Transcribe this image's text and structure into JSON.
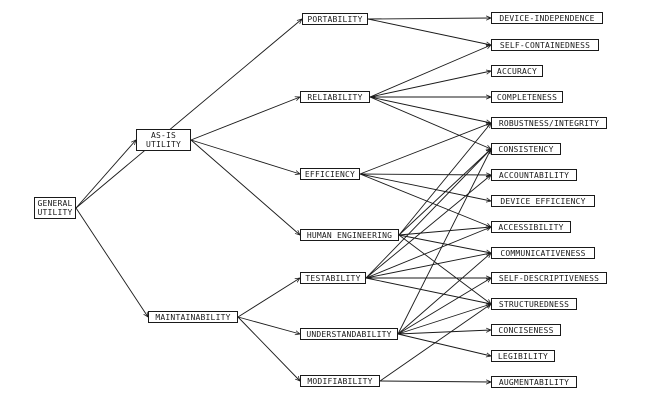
{
  "nodes": {
    "general": "GENERAL\nUTILITY",
    "asis": "AS-IS\nUTILITY",
    "maint": "MAINTAINABILITY",
    "port": "PORTABILITY",
    "rel": "RELIABILITY",
    "eff": "EFFICIENCY",
    "human": "HUMAN ENGINEERING",
    "test": "TESTABILITY",
    "under": "UNDERSTANDABILITY",
    "modif": "MODIFIABILITY",
    "devind": "DEVICE-INDEPENDENCE",
    "selfcont": "SELF-CONTAINEDNESS",
    "acc": "ACCURACY",
    "comp": "COMPLETENESS",
    "robust": "ROBUSTNESS/INTEGRITY",
    "cons": "CONSISTENCY",
    "account": "ACCOUNTABILITY",
    "deveff": "DEVICE EFFICIENCY",
    "access": "ACCESSIBILITY",
    "comm": "COMMUNICATIVENESS",
    "selfdesc": "SELF-DESCRIPTIVENESS",
    "struct": "STRUCTUREDNESS",
    "concise": "CONCISENESS",
    "legib": "LEGIBILITY",
    "augment": "AUGMENTABILITY"
  },
  "edges": [
    [
      "general",
      "asis"
    ],
    [
      "general",
      "maint"
    ],
    [
      "general",
      "port"
    ],
    [
      "asis",
      "rel"
    ],
    [
      "asis",
      "eff"
    ],
    [
      "asis",
      "human"
    ],
    [
      "maint",
      "test"
    ],
    [
      "maint",
      "under"
    ],
    [
      "maint",
      "modif"
    ],
    [
      "port",
      "devind"
    ],
    [
      "port",
      "selfcont"
    ],
    [
      "rel",
      "selfcont"
    ],
    [
      "rel",
      "acc"
    ],
    [
      "rel",
      "comp"
    ],
    [
      "rel",
      "robust"
    ],
    [
      "rel",
      "cons"
    ],
    [
      "eff",
      "account"
    ],
    [
      "eff",
      "deveff"
    ],
    [
      "eff",
      "access"
    ],
    [
      "eff",
      "robust"
    ],
    [
      "human",
      "robust"
    ],
    [
      "human",
      "cons"
    ],
    [
      "human",
      "comm"
    ],
    [
      "human",
      "access"
    ],
    [
      "human",
      "struct"
    ],
    [
      "test",
      "account"
    ],
    [
      "test",
      "access"
    ],
    [
      "test",
      "comm"
    ],
    [
      "test",
      "selfdesc"
    ],
    [
      "test",
      "struct"
    ],
    [
      "test",
      "cons"
    ],
    [
      "under",
      "cons"
    ],
    [
      "under",
      "struct"
    ],
    [
      "under",
      "selfdesc"
    ],
    [
      "under",
      "concise"
    ],
    [
      "under",
      "legib"
    ],
    [
      "under",
      "comm"
    ],
    [
      "modif",
      "struct"
    ],
    [
      "modif",
      "augment"
    ]
  ]
}
